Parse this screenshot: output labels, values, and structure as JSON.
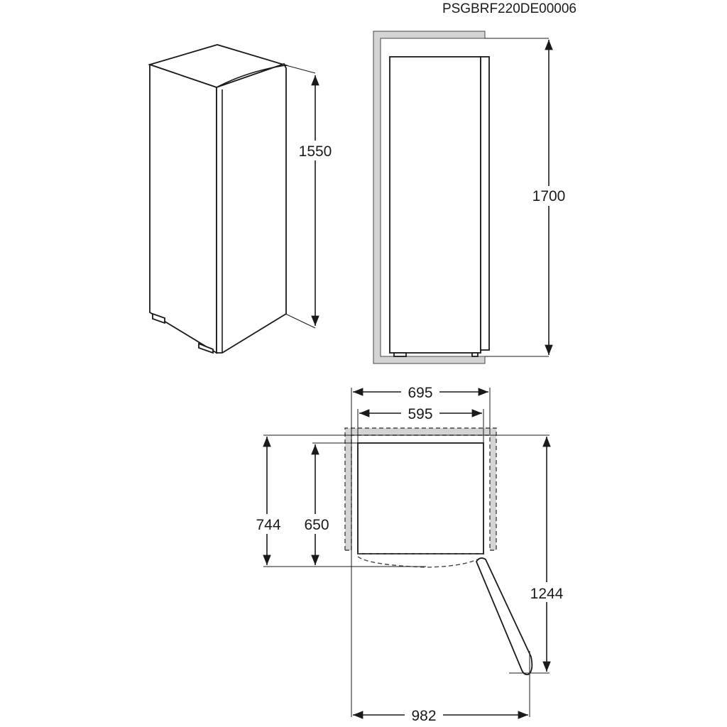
{
  "model_code": "PSGBRF220DE00006",
  "views": {
    "isometric": {
      "height_label": "1550"
    },
    "niche_side": {
      "niche_height_label": "1700"
    },
    "top_plan": {
      "niche_width_label": "695",
      "appliance_width_label": "595",
      "depth_with_door_label": "744",
      "appliance_depth_label": "650",
      "door_open_depth_label": "1244",
      "door_open_width_label": "982"
    }
  },
  "colors": {
    "line": "#1a1a1a",
    "niche_fill": "#d4d4d4"
  }
}
